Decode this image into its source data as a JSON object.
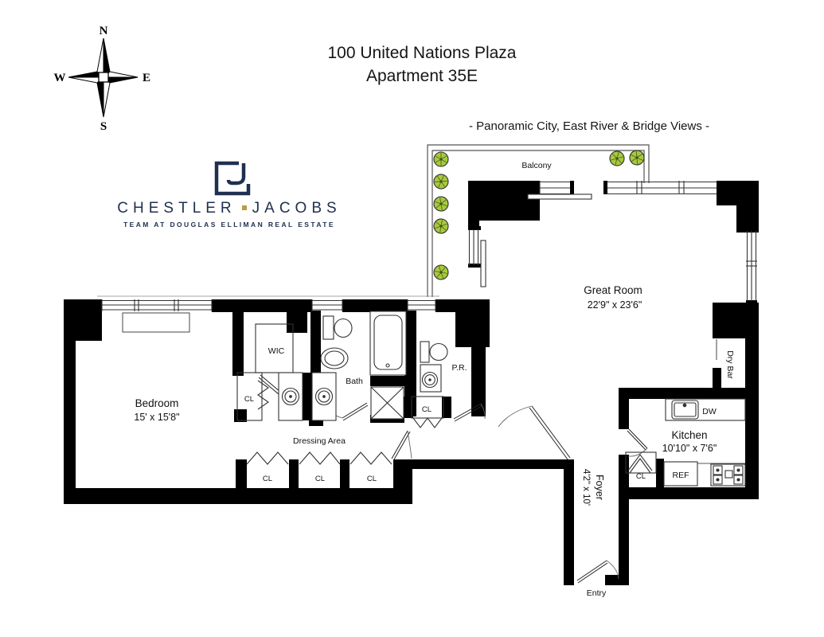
{
  "header": {
    "title_line1": "100 United Nations Plaza",
    "title_line2": "Apartment 35E",
    "subtitle": "- Panoramic City, East River & Bridge Views -"
  },
  "compass": {
    "n": "N",
    "s": "S",
    "e": "E",
    "w": "W"
  },
  "logo": {
    "wordmark_left": "CHESTLER",
    "wordmark_right": "JACOBS",
    "tagline": "TEAM AT DOUGLAS ELLIMAN REAL ESTATE",
    "navy": "#203050",
    "gold": "#bf9b45"
  },
  "labels": {
    "balcony": "Balcony",
    "great_room": "Great Room",
    "great_room_dims": "22'9\" x 23'6\"",
    "bedroom": "Bedroom",
    "bedroom_dims": "15' x 15'8\"",
    "kitchen": "Kitchen",
    "kitchen_dims": "10'10\" x 7'6\"",
    "foyer": "Foyer",
    "foyer_dims": "4'2\" x 10'",
    "bath": "Bath",
    "powder_room": "P.R.",
    "wic": "WIC",
    "dressing_area": "Dressing Area",
    "dry_bar": "Dry Bar",
    "entry": "Entry",
    "closet": "CL",
    "dishwasher": "DW",
    "refrigerator": "REF"
  }
}
